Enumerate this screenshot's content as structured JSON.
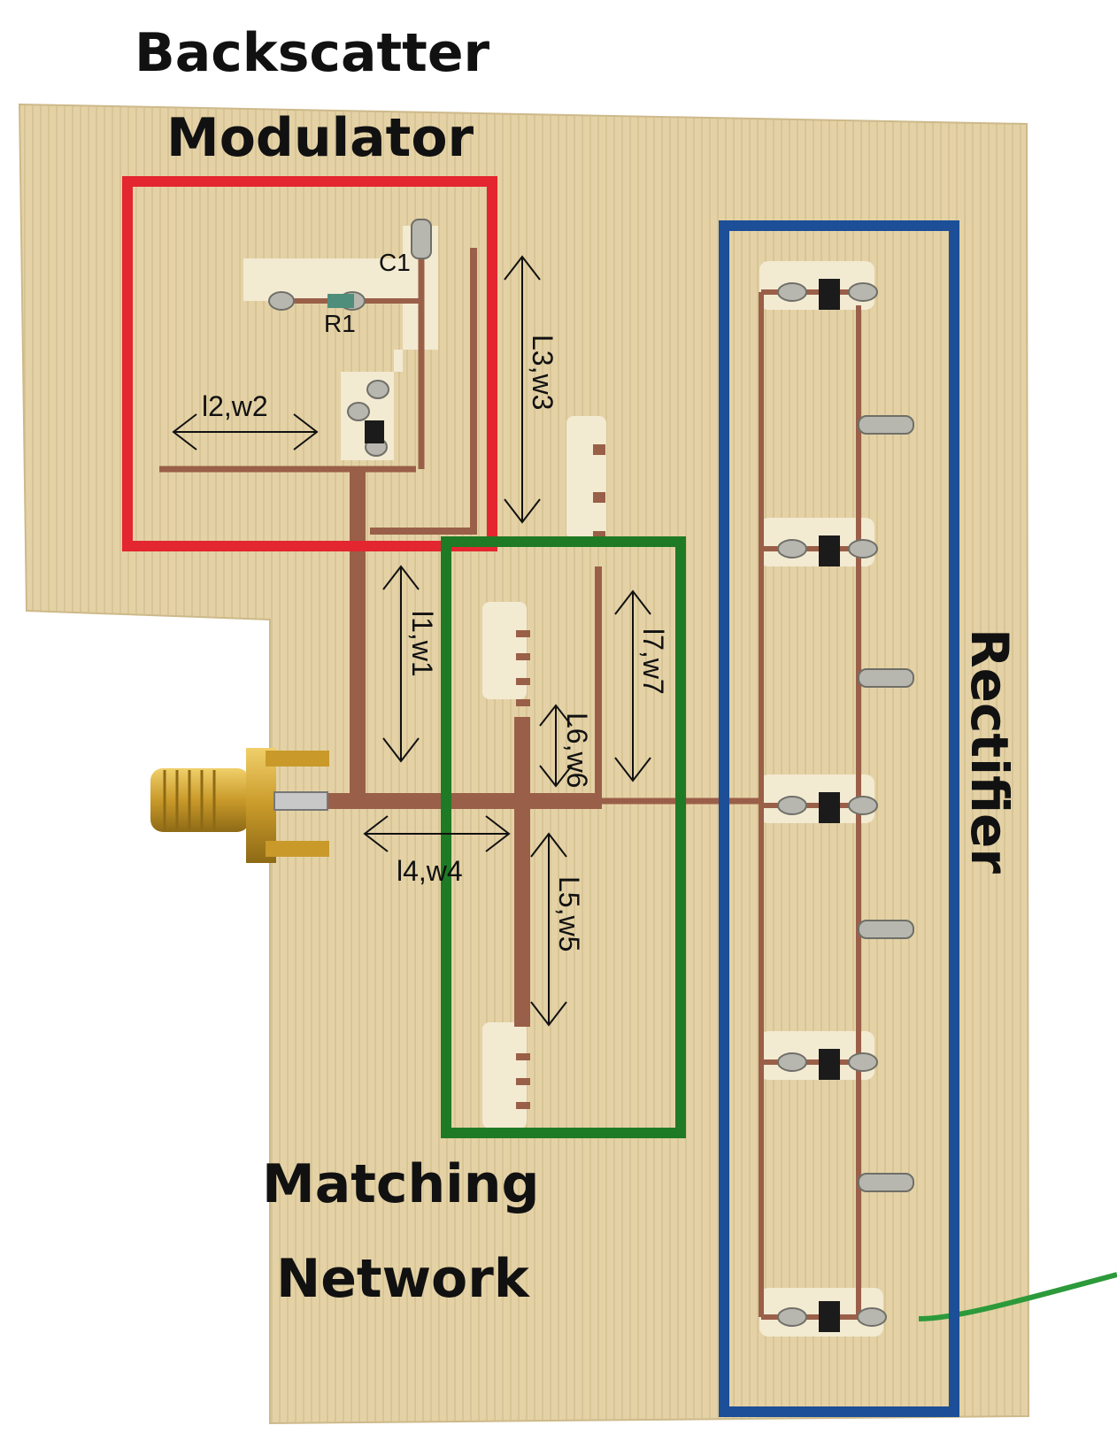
{
  "labels": {
    "backscatter_line1": "Backscatter",
    "backscatter_line2": "Modulator",
    "matching_line1": "Matching",
    "matching_line2": "Network",
    "rectifier": "Rectifier"
  },
  "components": {
    "c1": "C1",
    "r1": "R1"
  },
  "dimensions": {
    "l1w1": "l1,w1",
    "l2w2": "l2,w2",
    "l3w3": "L3,w3",
    "l4w4": "l4,w4",
    "l5w5": "L5,w5",
    "l6w6": "L6,w6",
    "l7w7": "l7,w7"
  },
  "colors": {
    "board": "#e4d2a6",
    "trace": "#9a5f48",
    "modulator_box": "#e32630",
    "matching_box": "#1f7a25",
    "rectifier_box": "#1c4f97",
    "connector": "#c9a23a",
    "wire": "#2c9a3a"
  }
}
